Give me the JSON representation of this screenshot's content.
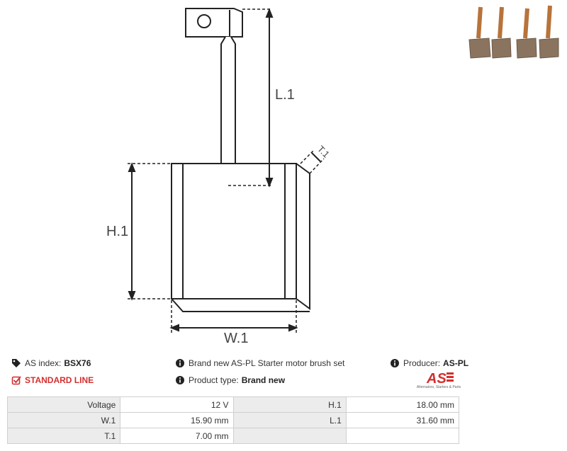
{
  "drawing": {
    "labels": {
      "length": "L.1",
      "height": "H.1",
      "width": "W.1",
      "thickness": "T.1"
    }
  },
  "info": {
    "as_index_label": "AS index:",
    "as_index_value": "BSX76",
    "standard_line": "STANDARD LINE",
    "description": "Brand new AS-PL Starter motor brush set",
    "product_type_label": "Product type:",
    "product_type_value": "Brand new",
    "producer_label": "Producer:",
    "producer_value": "AS-PL"
  },
  "logo": {
    "text": "AS",
    "tagline": "Alternators, Starters & Parts",
    "color": "#d32f2f"
  },
  "specs": {
    "rows": [
      {
        "k1": "Voltage",
        "v1": "12 V",
        "k2": "H.1",
        "v2": "18.00 mm"
      },
      {
        "k1": "W.1",
        "v1": "15.90 mm",
        "k2": "L.1",
        "v2": "31.60 mm"
      },
      {
        "k1": "T.1",
        "v1": "7.00 mm",
        "k2": "",
        "v2": ""
      }
    ]
  },
  "colors": {
    "accent_red": "#d32f2f",
    "line": "#222222",
    "copper": "#b8733a",
    "carbon": "#8a7460"
  }
}
